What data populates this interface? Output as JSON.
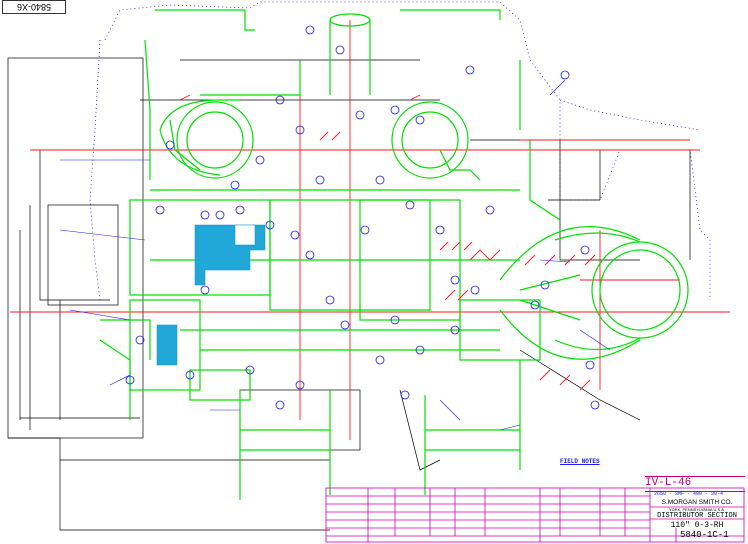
{
  "sheet_tag": "5840-X6",
  "field_notes_title": "FIELD NOTES",
  "drawing_id": "IV-L-46",
  "drawing_sub": "2650 - 3MF - 400 - 30-4",
  "company": "S.MORGAN SMITH CO.",
  "company_sub": "YORK, PENNSYLVANIA U.S.A.",
  "drawing_title": "DISTRIBUTOR SECTION",
  "drawing_size": "110\" 0-3-RH",
  "drawing_number": "5840-1C-1",
  "colors": {
    "green": "#00e000",
    "red": "#ff1a1a",
    "blue": "#1a1aff",
    "black": "#000000",
    "magenta": "#d000b0",
    "cyan": "#22a8d8"
  }
}
